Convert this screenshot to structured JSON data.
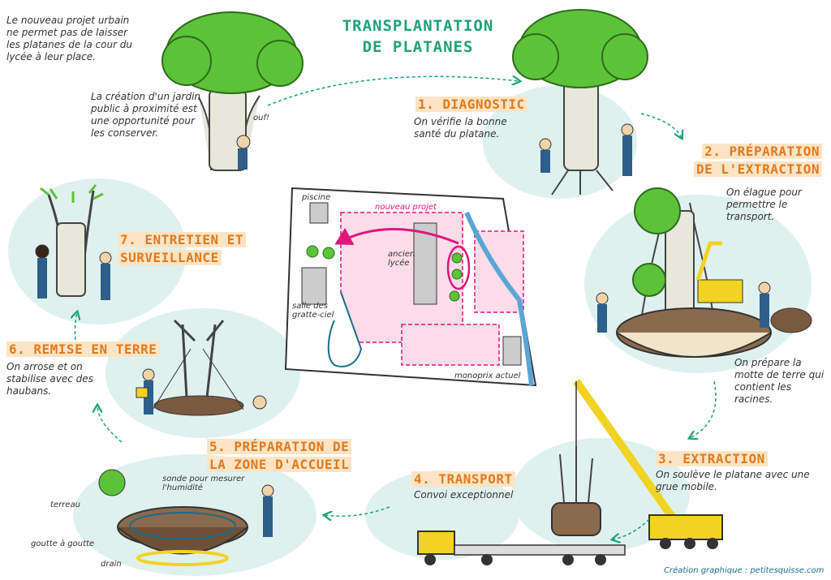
{
  "title": {
    "line1": "TRANSPLANTATION",
    "line2": "DE PLATANES"
  },
  "intro": {
    "p1": "Le nouveau projet urbain ne permet pas de laisser les platanes de la cour du lycée à leur place.",
    "p2": "La création d'un jardin public à proximité est une opportunité pour les conserver.",
    "bubble": "ouf!"
  },
  "steps": [
    {
      "label": "1. DIAGNOSTIC",
      "desc": "On vérifie la bonne santé du platane."
    },
    {
      "label": "2. PRÉPARATION DE L'EXTRACTION",
      "line1": "2. PRÉPARATION",
      "line2": "DE L'EXTRACTION",
      "desc": "On élague pour permettre le transport.",
      "desc2": "On prépare la motte de terre qui contient les racines."
    },
    {
      "label": "3. EXTRACTION",
      "desc": "On soulève le platane avec une grue mobile."
    },
    {
      "label": "4. TRANSPORT",
      "desc": "Convoi exceptionnel"
    },
    {
      "label": "5. PRÉPARATION DE LA ZONE D'ACCUEIL",
      "line1": "5. PRÉPARATION DE",
      "line2": "LA ZONE D'ACCUEIL"
    },
    {
      "label": "6. REMISE EN TERRE",
      "desc": "On arrose et on stabilise avec des haubans."
    },
    {
      "label": "7. ENTRETIEN ET SURVEILLANCE",
      "line1": "7. ENTRETIEN ET",
      "line2": "SURVEILLANCE"
    }
  ],
  "zone_labels": {
    "sonde": "sonde pour mesurer l'humidité",
    "terreau": "terreau",
    "goutte": "goutte à goutte",
    "drain": "drain"
  },
  "map": {
    "piscine": "piscine",
    "nouveau_projet": "nouveau projet",
    "ancien_lycee": "ancien lycée",
    "salle": "salle des gratte-ciel",
    "monoprix": "monoprix actuel"
  },
  "credit": "Création graphique : petitesquisse.com",
  "colors": {
    "accent": "#e07a1f",
    "title": "#1fa27a",
    "blob": "#dff1ee",
    "pink": "#e0157a",
    "tree": "#5cc23a"
  }
}
